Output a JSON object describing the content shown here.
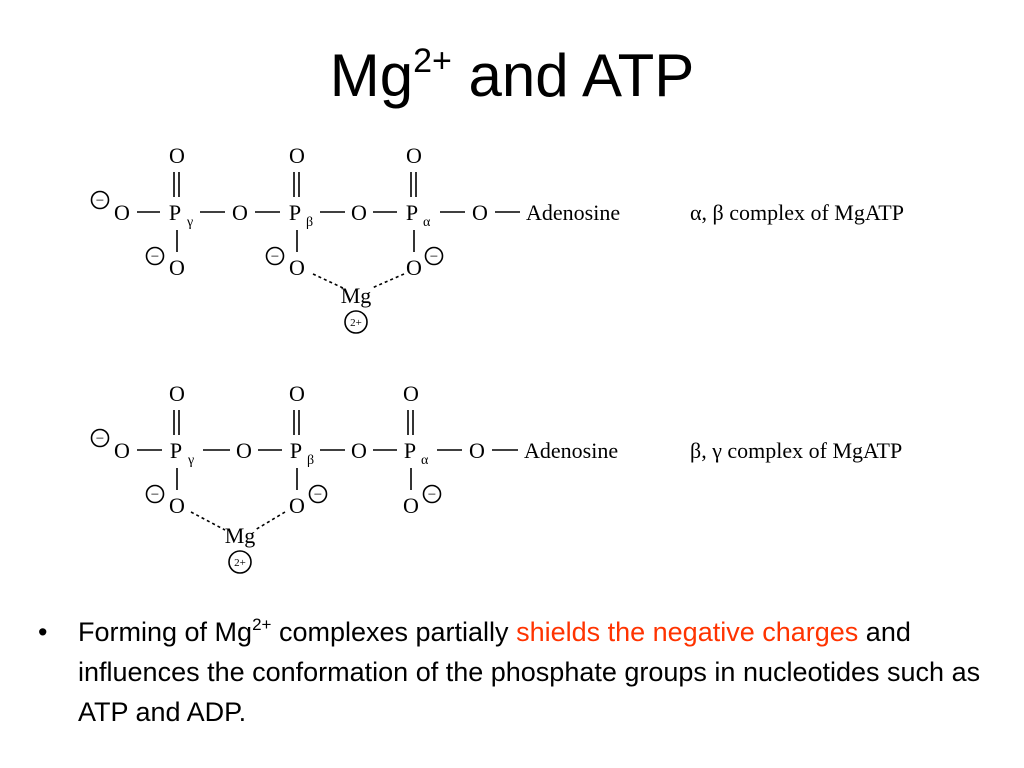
{
  "slide": {
    "title_main": "Mg",
    "title_sup": "2+",
    "title_rest": " and ATP"
  },
  "diagram": {
    "o": "O",
    "p": "P",
    "mg": "Mg",
    "mg_charge": "2+",
    "neg": "−",
    "adenosine": "Adenosine",
    "sub_gamma": "γ",
    "sub_beta": "β",
    "sub_alpha": "α",
    "label_top": "α, β complex of MgATP",
    "label_bottom": "β, γ complex of MgATP"
  },
  "bullet": {
    "marker": "•",
    "text_1": "Forming of Mg",
    "sup": "2+",
    "text_2": " complexes partially ",
    "highlight": "shields the negative charges",
    "text_3": " and influences the conformation of the phosphate groups in nucleotides such as ATP and ADP."
  },
  "colors": {
    "highlight": "#ff3300",
    "text": "#000000",
    "background": "#ffffff"
  }
}
